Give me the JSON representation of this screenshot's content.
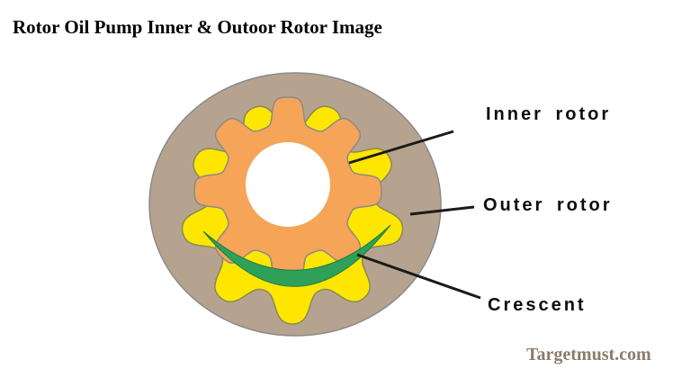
{
  "title": "Rotor Oil Pump Inner & Outoor Rotor Image",
  "watermark": "Targetmust.com",
  "diagram": {
    "labels": [
      {
        "text": "Inner rotor"
      },
      {
        "text": "Outer rotor"
      },
      {
        "text": "Crescent"
      }
    ],
    "colors": {
      "housing": "#b5a38f",
      "outer_rotor": "#ffe600",
      "inner_rotor": "#f6a458",
      "crescent": "#2fa05a",
      "hole": "#ffffff",
      "leader_line": "#1a1a1a"
    }
  }
}
